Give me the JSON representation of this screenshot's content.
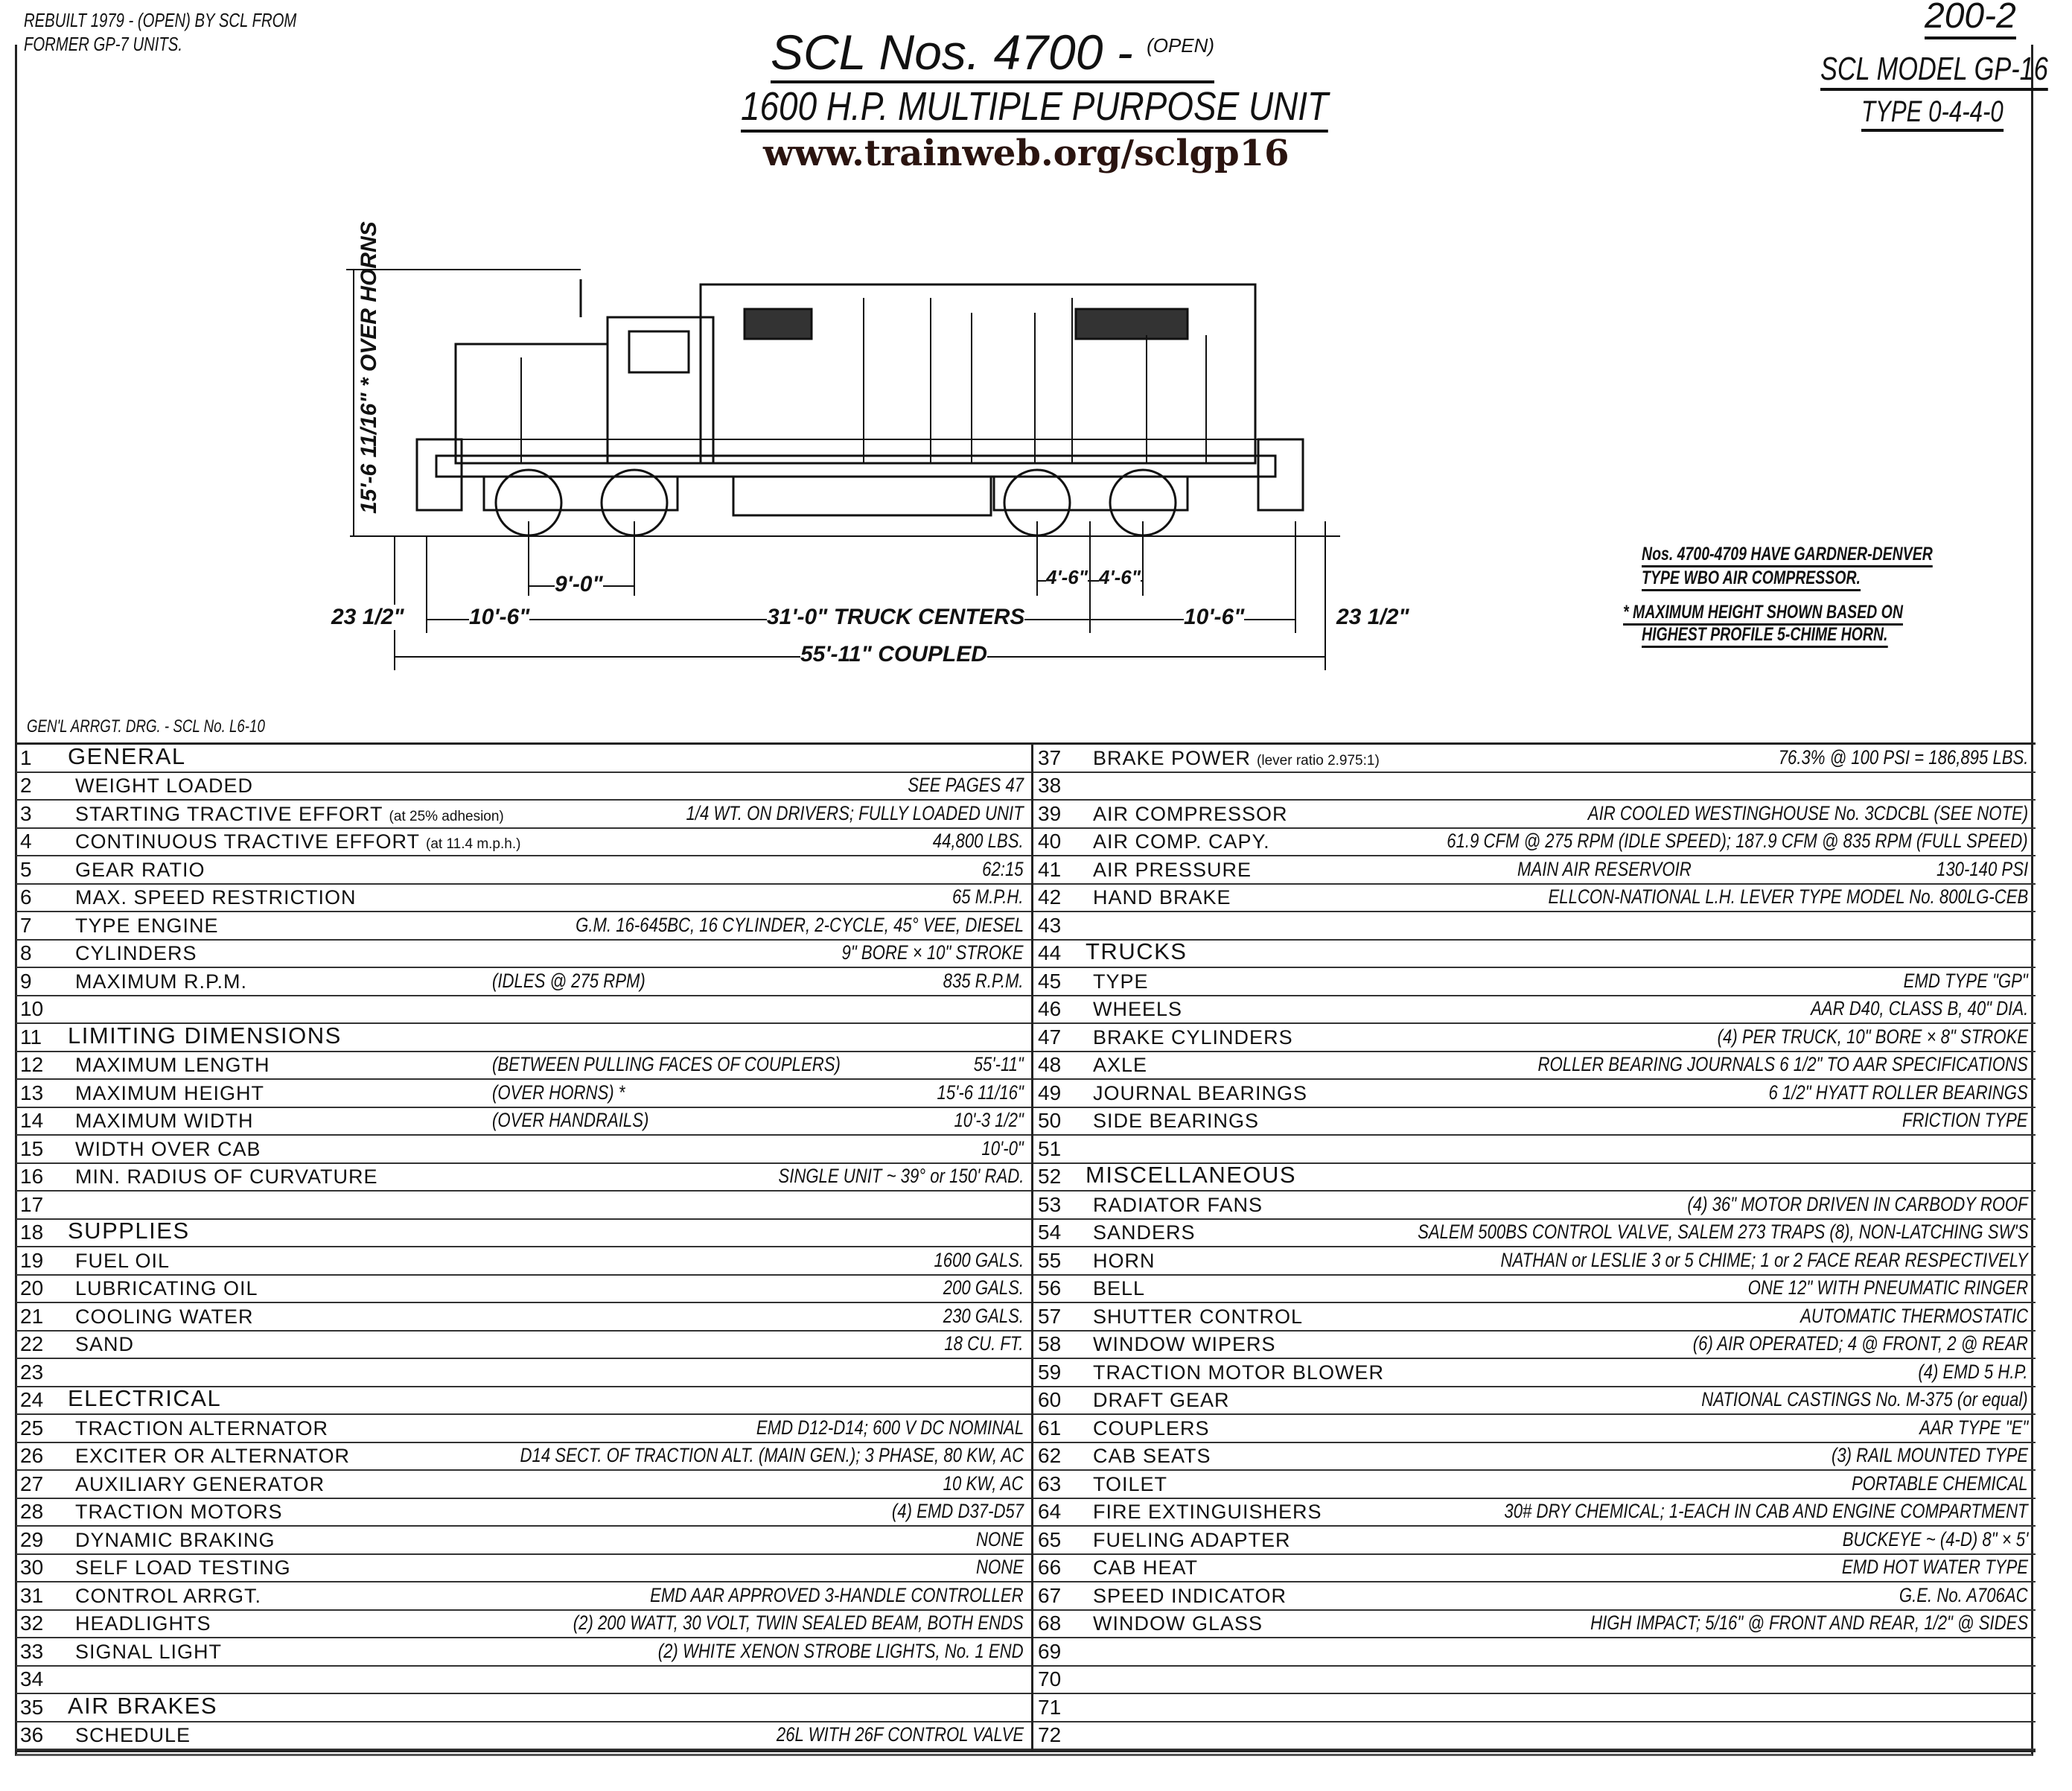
{
  "header": {
    "rebuilt_note_line1": "REBUILT 1979 - (OPEN) BY SCL FROM",
    "rebuilt_note_line2": "FORMER GP-7 UNITS.",
    "title": "SCL Nos. 4700 -",
    "title_suffix": "(OPEN)",
    "subtitle": "1600 H.P. MULTIPLE PURPOSE UNIT",
    "url": "www.trainweb.org/sclgp16",
    "page_number": "200-2",
    "model": "SCL MODEL GP-16",
    "type": "TYPE 0-4-4-0"
  },
  "drawing": {
    "height_dim": "15'-6 11/16\" * OVER HORNS",
    "wheelbase_dim": "9'-0\"",
    "half_dim_a": "4'-6\"",
    "half_dim_b": "4'-6\"",
    "overhang_left": "23 1/2\"",
    "end_left": "10'-6\"",
    "truck_centers": "31'-0\" TRUCK CENTERS",
    "end_right": "10'-6\"",
    "overhang_right": "23 1/2\"",
    "coupled_length": "55'-11\" COUPLED",
    "note1_line1": "Nos. 4700-4709 HAVE GARDNER-DENVER",
    "note1_line2": "TYPE WBO AIR COMPRESSOR.",
    "note2_line1": "* MAXIMUM HEIGHT SHOWN BASED ON",
    "note2_line2": "HIGHEST PROFILE 5-CHIME HORN."
  },
  "table_caption": "GEN'L ARRGT. DRG. - SCL No. L6-10",
  "left_rows": [
    {
      "n": "1",
      "label": "GENERAL",
      "head": true
    },
    {
      "n": "2",
      "label": "WEIGHT LOADED",
      "value": "SEE PAGES 47"
    },
    {
      "n": "3",
      "label": "STARTING TRACTIVE EFFORT",
      "note": "(at 25% adhesion)",
      "value": "1/4 WT. ON DRIVERS; FULLY LOADED UNIT"
    },
    {
      "n": "4",
      "label": "CONTINUOUS TRACTIVE EFFORT",
      "note": "(at 11.4 m.p.h.)",
      "value": "44,800 LBS."
    },
    {
      "n": "5",
      "label": "GEAR RATIO",
      "value": "62:15"
    },
    {
      "n": "6",
      "label": "MAX. SPEED RESTRICTION",
      "value": "65 M.P.H."
    },
    {
      "n": "7",
      "label": "TYPE ENGINE",
      "value": "G.M. 16-645BC, 16 CYLINDER, 2-CYCLE, 45° VEE, DIESEL"
    },
    {
      "n": "8",
      "label": "CYLINDERS",
      "value": "9\" BORE × 10\" STROKE"
    },
    {
      "n": "9",
      "label": "MAXIMUM R.P.M.",
      "mid": "(IDLES @ 275 RPM)",
      "value": "835 R.P.M."
    },
    {
      "n": "10",
      "label": ""
    },
    {
      "n": "11",
      "label": "LIMITING DIMENSIONS",
      "head": true
    },
    {
      "n": "12",
      "label": "MAXIMUM LENGTH",
      "mid": "(BETWEEN PULLING FACES OF COUPLERS)",
      "value": "55'-11\""
    },
    {
      "n": "13",
      "label": "MAXIMUM HEIGHT",
      "mid": "(OVER HORNS) *",
      "value": "15'-6 11/16\""
    },
    {
      "n": "14",
      "label": "MAXIMUM WIDTH",
      "mid": "(OVER HANDRAILS)",
      "value": "10'-3 1/2\""
    },
    {
      "n": "15",
      "label": "WIDTH OVER CAB",
      "value": "10'-0\""
    },
    {
      "n": "16",
      "label": "MIN. RADIUS OF CURVATURE",
      "value": "SINGLE UNIT ~ 39° or 150' RAD."
    },
    {
      "n": "17",
      "label": ""
    },
    {
      "n": "18",
      "label": "SUPPLIES",
      "head": true
    },
    {
      "n": "19",
      "label": "FUEL OIL",
      "value": "1600 GALS."
    },
    {
      "n": "20",
      "label": "LUBRICATING OIL",
      "value": "200 GALS."
    },
    {
      "n": "21",
      "label": "COOLING WATER",
      "value": "230 GALS."
    },
    {
      "n": "22",
      "label": "SAND",
      "value": "18 CU. FT."
    },
    {
      "n": "23",
      "label": ""
    },
    {
      "n": "24",
      "label": "ELECTRICAL",
      "head": true
    },
    {
      "n": "25",
      "label": "TRACTION ALTERNATOR",
      "value": "EMD D12-D14; 600 V DC NOMINAL"
    },
    {
      "n": "26",
      "label": "EXCITER OR ALTERNATOR",
      "value": "D14 SECT. OF TRACTION ALT. (MAIN GEN.); 3 PHASE, 80 KW, AC"
    },
    {
      "n": "27",
      "label": "AUXILIARY GENERATOR",
      "value": "10 KW, AC"
    },
    {
      "n": "28",
      "label": "TRACTION MOTORS",
      "value": "(4) EMD D37-D57"
    },
    {
      "n": "29",
      "label": "DYNAMIC BRAKING",
      "value": "NONE"
    },
    {
      "n": "30",
      "label": "SELF LOAD TESTING",
      "value": "NONE"
    },
    {
      "n": "31",
      "label": "CONTROL ARRGT.",
      "value": "EMD AAR APPROVED 3-HANDLE CONTROLLER"
    },
    {
      "n": "32",
      "label": "HEADLIGHTS",
      "value": "(2) 200 WATT, 30 VOLT, TWIN SEALED BEAM, BOTH ENDS"
    },
    {
      "n": "33",
      "label": "SIGNAL LIGHT",
      "value": "(2) WHITE XENON STROBE LIGHTS, No. 1 END"
    },
    {
      "n": "34",
      "label": ""
    },
    {
      "n": "35",
      "label": "AIR BRAKES",
      "head": true
    },
    {
      "n": "36",
      "label": "SCHEDULE",
      "value": "26L WITH 26F CONTROL VALVE"
    }
  ],
  "right_rows": [
    {
      "n": "37",
      "label": "BRAKE POWER",
      "note": "(lever ratio 2.975:1)",
      "value": "76.3% @ 100 PSI = 186,895 LBS."
    },
    {
      "n": "38",
      "label": ""
    },
    {
      "n": "39",
      "label": "AIR COMPRESSOR",
      "value": "AIR COOLED WESTINGHOUSE No. 3CDCBL (SEE NOTE)"
    },
    {
      "n": "40",
      "label": "AIR COMP. CAPY.",
      "value": "61.9 CFM @ 275 RPM (IDLE SPEED); 187.9 CFM @ 835 RPM (FULL SPEED)"
    },
    {
      "n": "41",
      "label": "AIR PRESSURE",
      "mid": "MAIN AIR RESERVOIR",
      "value": "130-140 PSI"
    },
    {
      "n": "42",
      "label": "HAND BRAKE",
      "value": "ELLCON-NATIONAL L.H. LEVER TYPE MODEL No. 800LG-CEB"
    },
    {
      "n": "43",
      "label": ""
    },
    {
      "n": "44",
      "label": "TRUCKS",
      "head": true
    },
    {
      "n": "45",
      "label": "TYPE",
      "value": "EMD TYPE \"GP\""
    },
    {
      "n": "46",
      "label": "WHEELS",
      "value": "AAR D40, CLASS B, 40\" DIA."
    },
    {
      "n": "47",
      "label": "BRAKE CYLINDERS",
      "value": "(4) PER TRUCK, 10\" BORE × 8\" STROKE"
    },
    {
      "n": "48",
      "label": "AXLE",
      "value": "ROLLER BEARING JOURNALS 6 1/2\" TO AAR SPECIFICATIONS"
    },
    {
      "n": "49",
      "label": "JOURNAL BEARINGS",
      "value": "6 1/2\" HYATT ROLLER BEARINGS"
    },
    {
      "n": "50",
      "label": "SIDE BEARINGS",
      "value": "FRICTION TYPE"
    },
    {
      "n": "51",
      "label": ""
    },
    {
      "n": "52",
      "label": "MISCELLANEOUS",
      "head": true
    },
    {
      "n": "53",
      "label": "RADIATOR FANS",
      "value": "(4) 36\" MOTOR DRIVEN IN CARBODY ROOF"
    },
    {
      "n": "54",
      "label": "SANDERS",
      "value": "SALEM 500BS CONTROL VALVE, SALEM 273 TRAPS (8), NON-LATCHING SW'S"
    },
    {
      "n": "55",
      "label": "HORN",
      "value": "NATHAN or LESLIE 3 or 5 CHIME; 1 or 2 FACE REAR RESPECTIVELY"
    },
    {
      "n": "56",
      "label": "BELL",
      "value": "ONE 12\" WITH PNEUMATIC RINGER"
    },
    {
      "n": "57",
      "label": "SHUTTER CONTROL",
      "value": "AUTOMATIC THERMOSTATIC"
    },
    {
      "n": "58",
      "label": "WINDOW WIPERS",
      "value": "(6) AIR OPERATED; 4 @ FRONT, 2 @ REAR"
    },
    {
      "n": "59",
      "label": "TRACTION MOTOR BLOWER",
      "value": "(4) EMD 5 H.P."
    },
    {
      "n": "60",
      "label": "DRAFT GEAR",
      "value": "NATIONAL CASTINGS No. M-375 (or equal)"
    },
    {
      "n": "61",
      "label": "COUPLERS",
      "value": "AAR TYPE \"E\""
    },
    {
      "n": "62",
      "label": "CAB SEATS",
      "value": "(3) RAIL MOUNTED TYPE"
    },
    {
      "n": "63",
      "label": "TOILET",
      "value": "PORTABLE CHEMICAL"
    },
    {
      "n": "64",
      "label": "FIRE EXTINGUISHERS",
      "value": "30# DRY CHEMICAL; 1-EACH IN CAB AND ENGINE COMPARTMENT"
    },
    {
      "n": "65",
      "label": "FUELING ADAPTER",
      "value": "BUCKEYE ~ (4-D) 8\" × 5'"
    },
    {
      "n": "66",
      "label": "CAB HEAT",
      "value": "EMD HOT WATER TYPE"
    },
    {
      "n": "67",
      "label": "SPEED INDICATOR",
      "value": "G.E. No. A706AC"
    },
    {
      "n": "68",
      "label": "WINDOW GLASS",
      "value": "HIGH IMPACT; 5/16\" @ FRONT AND REAR, 1/2\" @ SIDES"
    },
    {
      "n": "69",
      "label": ""
    },
    {
      "n": "70",
      "label": ""
    },
    {
      "n": "71",
      "label": ""
    },
    {
      "n": "72",
      "label": ""
    }
  ]
}
